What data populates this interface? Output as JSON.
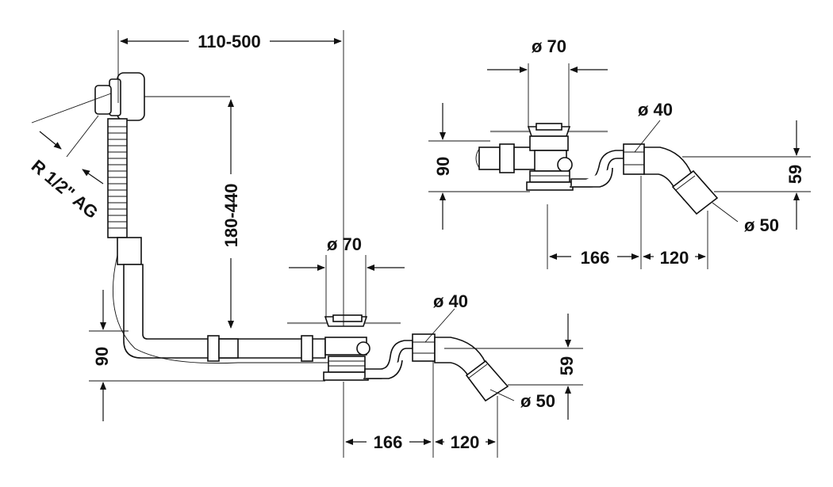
{
  "diagram": {
    "left_view": {
      "dim_width": "110-500",
      "dim_height": "180-440",
      "thread": "R 1/2\" AG",
      "dia_drain": "ø 70",
      "dia_siphon": "ø 40",
      "dia_outlet": "ø 50",
      "dim_height_total": "90",
      "dim_outlet_height": "59",
      "dim_outlet_horizontal": "166",
      "dim_outlet_offset": "120"
    },
    "right_view": {
      "dia_drain": "ø 70",
      "dia_siphon": "ø 40",
      "dia_outlet": "ø 50",
      "dim_height_total": "90",
      "dim_outlet_height": "59",
      "dim_outlet_horizontal": "166",
      "dim_outlet_offset": "120"
    }
  }
}
